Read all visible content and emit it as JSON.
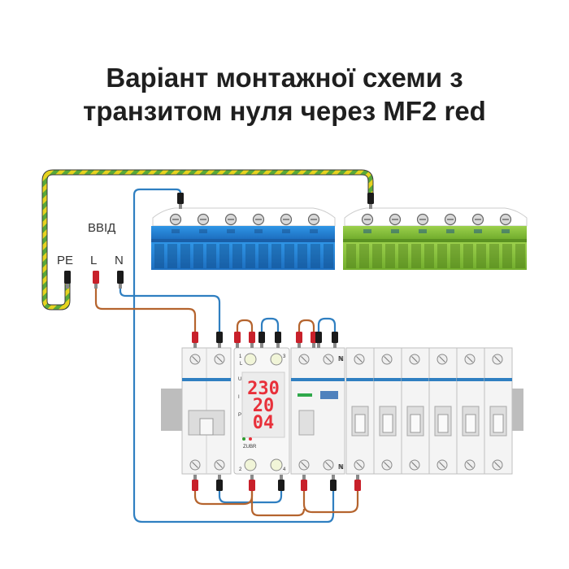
{
  "title": {
    "line1": "Варіант монтажної схеми з",
    "line2": "транзитом нуля через MF2 red"
  },
  "input": {
    "label": "ВВІД",
    "pe": "PE",
    "l": "L",
    "n": "N"
  },
  "relay": {
    "terminal_top_1": "1",
    "terminal_top_3": "3",
    "terminal_bottom_2": "2",
    "terminal_bottom_4": "4",
    "side_l": "L",
    "side_u": "U",
    "side_i": "I",
    "side_p": "P",
    "display_voltage": "230",
    "display_current": "20",
    "display_power": "04",
    "brand": "ZUBR"
  },
  "terminals": {
    "n_top_contactor": "N",
    "n_top_group": "N",
    "n_bottom_contactor": "N",
    "n_bottom_group": "N"
  },
  "colors": {
    "wire_red_brown": "#b5642e",
    "wire_blue": "#2f7fc1",
    "wire_pe_yellow": "#e7d31f",
    "wire_pe_green": "#58a83a",
    "busbar_blue": "#2c8fe0",
    "busbar_green": "#8cc63f",
    "led_red": "#e8303a",
    "connector_red": "#c8202a",
    "connector_black": "#1a1a1a"
  }
}
